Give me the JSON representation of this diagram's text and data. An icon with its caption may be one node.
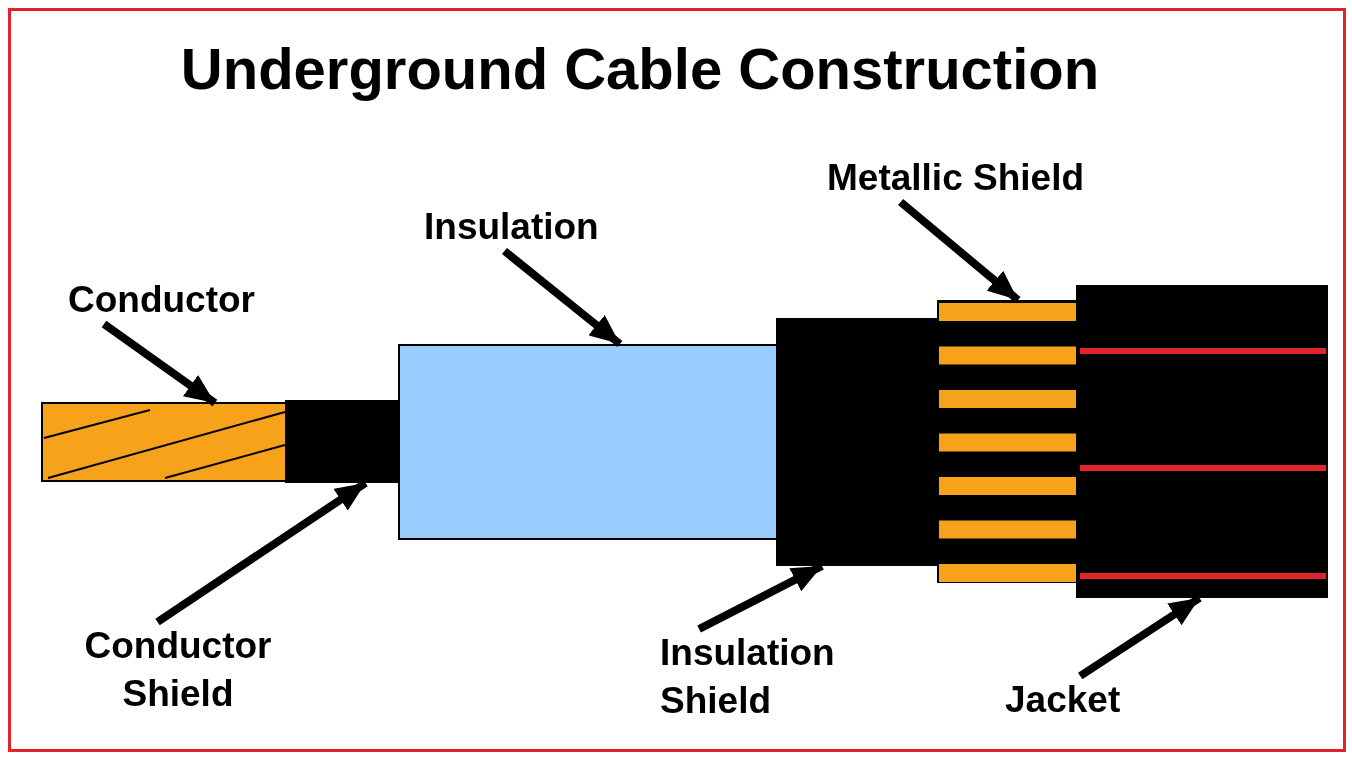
{
  "diagram": {
    "title": "Underground Cable Construction",
    "nodes": [
      {
        "text": [
          "Conductor"
        ]
      },
      {
        "text": [
          "Insulation"
        ]
      },
      {
        "text": [
          "Metallic Shield"
        ]
      },
      {
        "text": [
          "Conductor Shield"
        ]
      },
      {
        "text": [
          "Insulation Shield"
        ]
      },
      {
        "text": [
          "Jacket"
        ]
      },
      {
        "text": [],
        "shape": "box"
      },
      {
        "text": [],
        "shape": "box"
      },
      {
        "text": [],
        "shape": "box"
      },
      {
        "text": [],
        "shape": "box"
      },
      {
        "text": [],
        "shape": "box"
      },
      {
        "text": [],
        "shape": "box"
      }
    ],
    "edges": [
      {
        "from": 0,
        "to": 6,
        "arrow": "to"
      },
      {
        "from": 1,
        "to": 8,
        "arrow": "to"
      },
      {
        "from": 2,
        "to": 10,
        "arrow": "to"
      },
      {
        "from": 3,
        "to": 7,
        "arrow": "to"
      },
      {
        "from": 4,
        "to": 9,
        "arrow": "to"
      },
      {
        "from": 5,
        "to": 11,
        "arrow": "to"
      }
    ]
  }
}
